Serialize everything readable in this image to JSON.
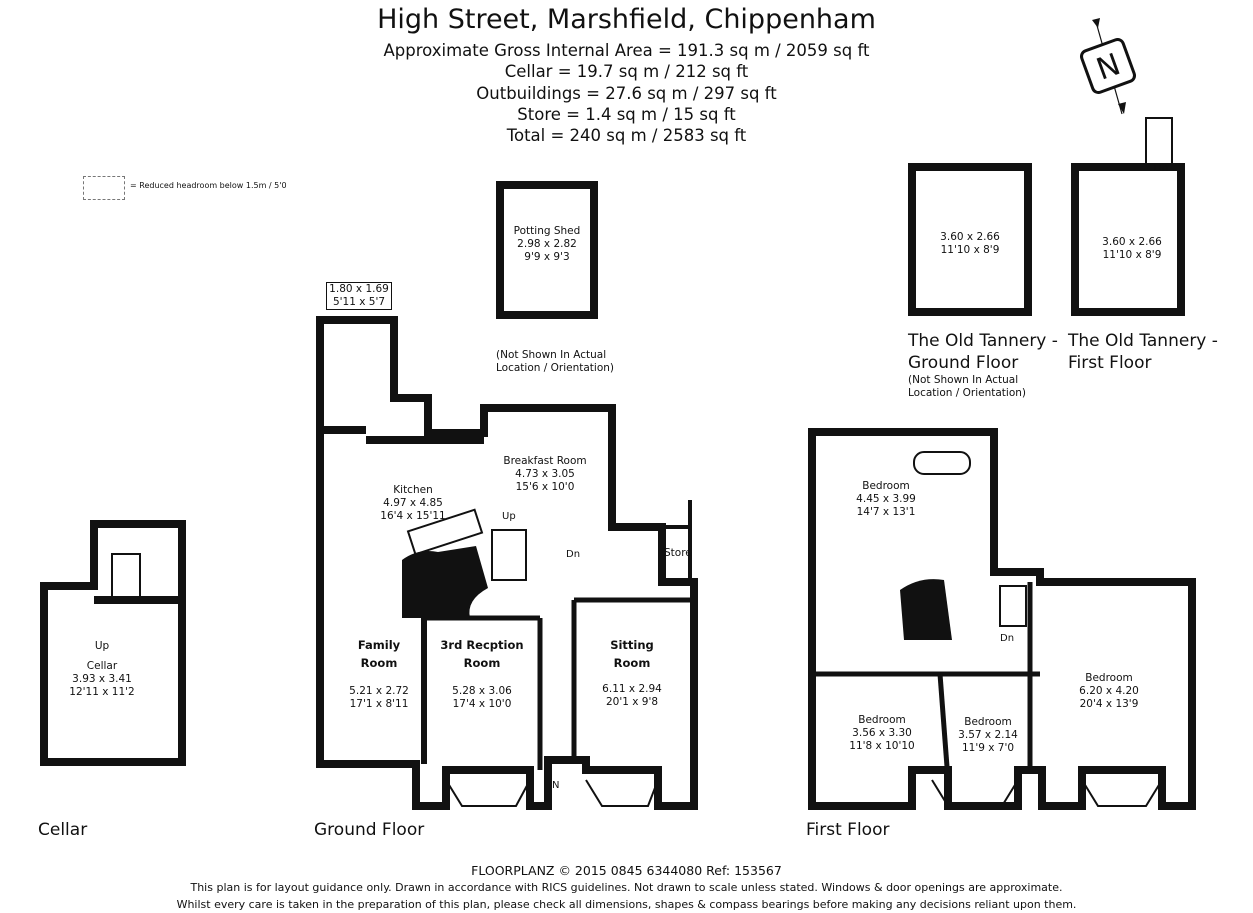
{
  "header": {
    "title": "High Street, Marshfield, Chippenham",
    "areas": [
      "Approximate Gross Internal Area = 191.3 sq m / 2059 sq ft",
      "Cellar = 19.7 sq m / 212 sq ft",
      "Outbuildings = 27.6 sq m / 297 sq ft",
      "Store = 1.4 sq m / 15 sq ft",
      "Total = 240 sq m / 2583 sq ft"
    ]
  },
  "legend": {
    "text": "= Reduced headroom below 1.5m / 5'0"
  },
  "compass": {
    "letter": "N"
  },
  "plans": {
    "cellar": "Cellar",
    "ground": "Ground Floor",
    "first": "First Floor",
    "tannery_ground": [
      "The Old Tannery -",
      "Ground Floor"
    ],
    "tannery_first": [
      "The Old Tannery -",
      "First Floor"
    ]
  },
  "notes": {
    "orientation_1": [
      "(Not Shown In Actual",
      "Location / Orientation)"
    ],
    "orientation_2": [
      "(Not Shown In Actual",
      "Location / Orientation)"
    ]
  },
  "rooms": {
    "cellar": {
      "name": "Cellar",
      "metric": "3.93 x 3.41",
      "imperial": "12'11 x 11'2"
    },
    "potting_shed": {
      "name": "Potting Shed",
      "metric": "2.98 x 2.82",
      "imperial": "9'9 x 9'3"
    },
    "utility": {
      "metric": "1.80 x 1.69",
      "imperial": "5'11 x 5'7"
    },
    "kitchen": {
      "name": "Kitchen",
      "metric": "4.97 x 4.85",
      "imperial": "16'4 x 15'11"
    },
    "breakfast": {
      "name": "Breakfast Room",
      "metric": "4.73 x 3.05",
      "imperial": "15'6 x 10'0"
    },
    "family": {
      "name": [
        "Family",
        "Room"
      ],
      "metric": "5.21 x 2.72",
      "imperial": "17'1 x 8'11"
    },
    "reception": {
      "name": [
        "3rd Recption",
        "Room"
      ],
      "metric": "5.28 x 3.06",
      "imperial": "17'4 x 10'0"
    },
    "sitting": {
      "name": [
        "Sitting",
        "Room"
      ],
      "metric": "6.11 x 2.94",
      "imperial": "20'1 x 9'8"
    },
    "tannery_ground": {
      "metric": "3.60 x 2.66",
      "imperial": "11'10 x 8'9"
    },
    "tannery_first": {
      "metric": "3.60 x 2.66",
      "imperial": "11'10 x 8'9"
    },
    "bedroom_1": {
      "name": "Bedroom",
      "metric": "4.45 x 3.99",
      "imperial": "14'7 x 13'1"
    },
    "bedroom_2": {
      "name": "Bedroom",
      "metric": "3.56 x 3.30",
      "imperial": "11'8 x 10'10"
    },
    "bedroom_3": {
      "name": "Bedroom",
      "metric": "3.57 x 2.14",
      "imperial": "11'9 x 7'0"
    },
    "bedroom_4": {
      "name": "Bedroom",
      "metric": "6.20 x 4.20",
      "imperial": "20'4 x 13'9"
    }
  },
  "markers": {
    "up": "Up",
    "dn": "Dn",
    "in": "IN",
    "store": "Store"
  },
  "footer": {
    "line1": "FLOORPLANZ © 2015    0845 6344080    Ref: 153567",
    "line2": "This plan is for layout guidance only. Drawn in accordance with RICS guidelines. Not drawn to scale unless stated. Windows & door openings are approximate.",
    "line3": "Whilst every care is taken in the preparation of this plan, please check all dimensions, shapes & compass bearings before making any decisions reliant upon them."
  }
}
